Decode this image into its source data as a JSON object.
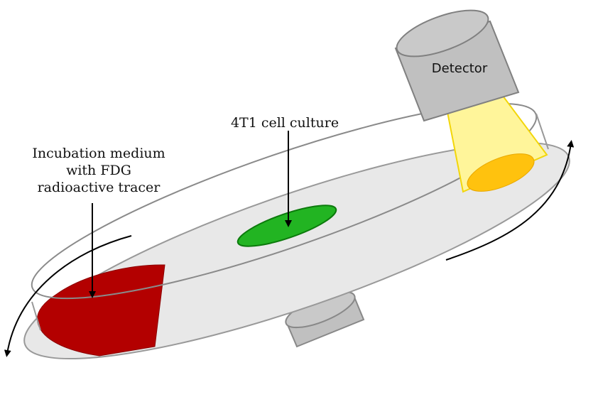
{
  "labels": {
    "medium_line1": "Incubation medium",
    "medium_line2": "with  FDG",
    "medium_line3": "radioactive tracer",
    "cell_culture": "4T1 cell culture",
    "detector": "Detector"
  },
  "colors": {
    "medium": "#b30000",
    "cell_culture": "#22b422",
    "beam": "#fff59a",
    "beam_spot": "#ffc20e",
    "device": "#c0c0c0",
    "dish_fill": "#e8e8e8",
    "outline": "#8a8a8a"
  },
  "icons": [
    "rotation-arrow-icon",
    "pointer-arrow-icon"
  ]
}
